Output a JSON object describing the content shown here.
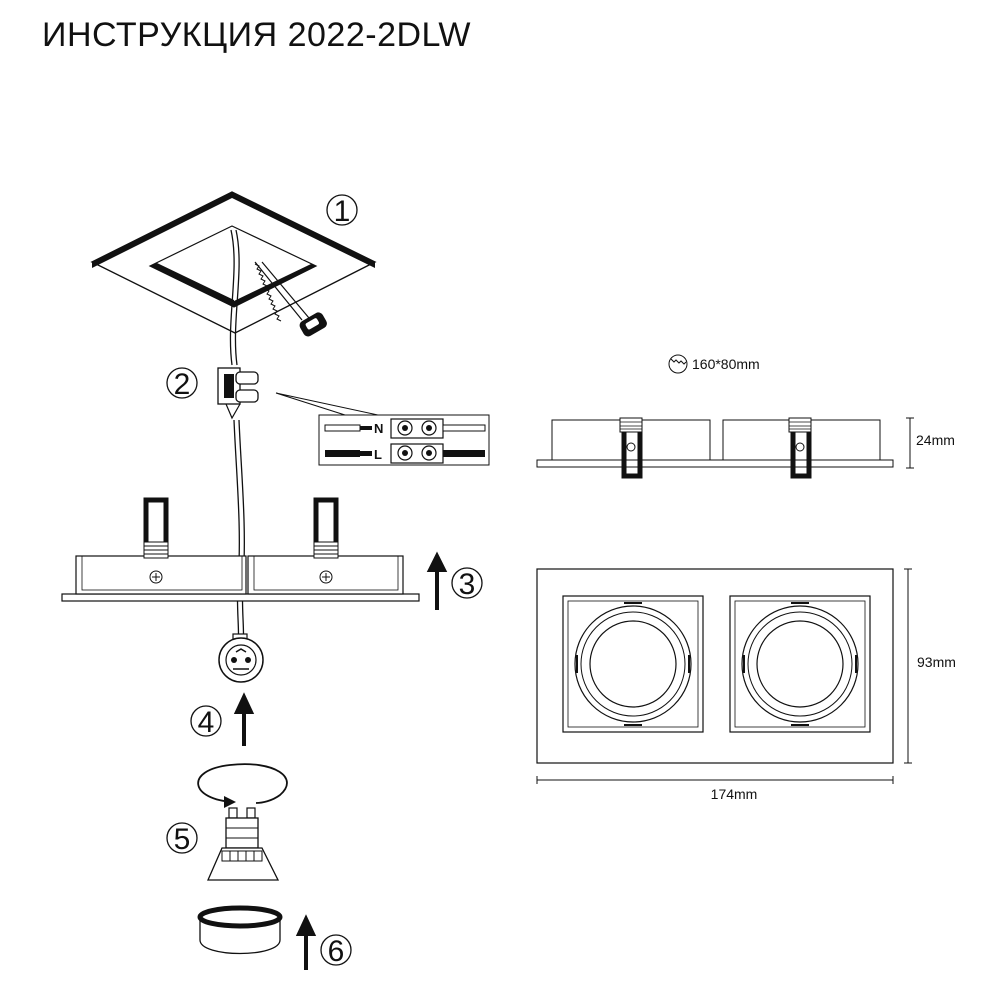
{
  "title": "ИНСТРУКЦИЯ 2022-2DLW",
  "steps": [
    "1",
    "2",
    "3",
    "4",
    "5",
    "6"
  ],
  "wiring": {
    "neutral": "N",
    "live": "L"
  },
  "dimensions": {
    "cutout": "160*80mm",
    "height": "24mm",
    "depth": "93mm",
    "width": "174mm"
  }
}
